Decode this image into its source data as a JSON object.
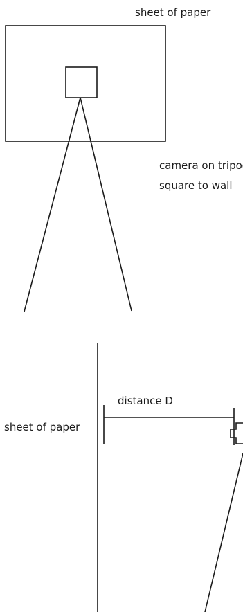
{
  "front_view": {
    "paper_label": "sheet of paper",
    "camera_label_line1": "camera on tripod",
    "camera_label_line2": "square to wall"
  },
  "side_view": {
    "paper_label": "sheet of paper",
    "distance_label": "distance D"
  }
}
